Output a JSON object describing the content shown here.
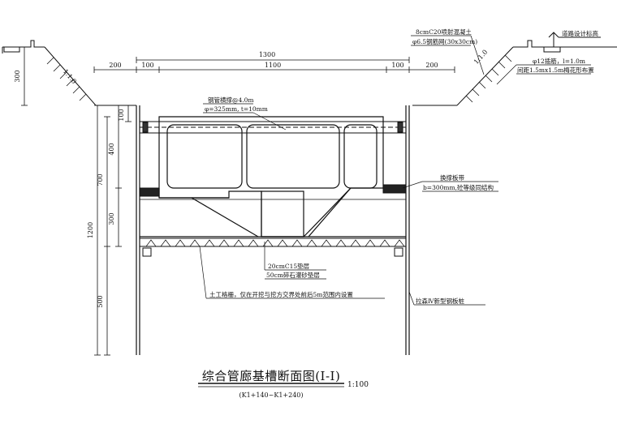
{
  "dimensions": {
    "total_width": "1300",
    "left_margin": "200",
    "left_gap": "100",
    "inner_width": "1100",
    "right_gap": "100",
    "right_margin": "200",
    "slope_height": "300",
    "slope_ratio_left": "1:1.0",
    "slope_ratio_right": "1:1.0",
    "total_depth": "1200",
    "depth_700": "700",
    "depth_400": "400",
    "depth_300": "300",
    "depth_500": "500",
    "depth_100": "100"
  },
  "annotations": {
    "shotcrete": "8cmC20喷射混凝土",
    "mesh": "φ6.5钢筋网(30x30cm)",
    "road_elevation": "道路设计标高",
    "anchor": "φ12插筋，l=1.0m",
    "anchor_spacing": "间距1.5mx1.5m梅花形布置",
    "strut_title": "钢管横撑@4.0m",
    "strut_spec": "φ=325mm, t=10mm",
    "wale_title": "换撑板带",
    "wale_spec": "b=300mm,砼等级同结构",
    "cushion1": "20cmC15垫层",
    "cushion2": "50cm碎石灌砂垫层",
    "geogrid": "土工格栅，仅在开挖与挖方交界处前后5m范围内设置",
    "sheet_pile": "拉森Ⅳ新型钢板桩"
  },
  "title": {
    "main": "综合管廊基槽断面图(I-I)",
    "scale": "1:100",
    "station": "(K1+140~K1+240)"
  }
}
